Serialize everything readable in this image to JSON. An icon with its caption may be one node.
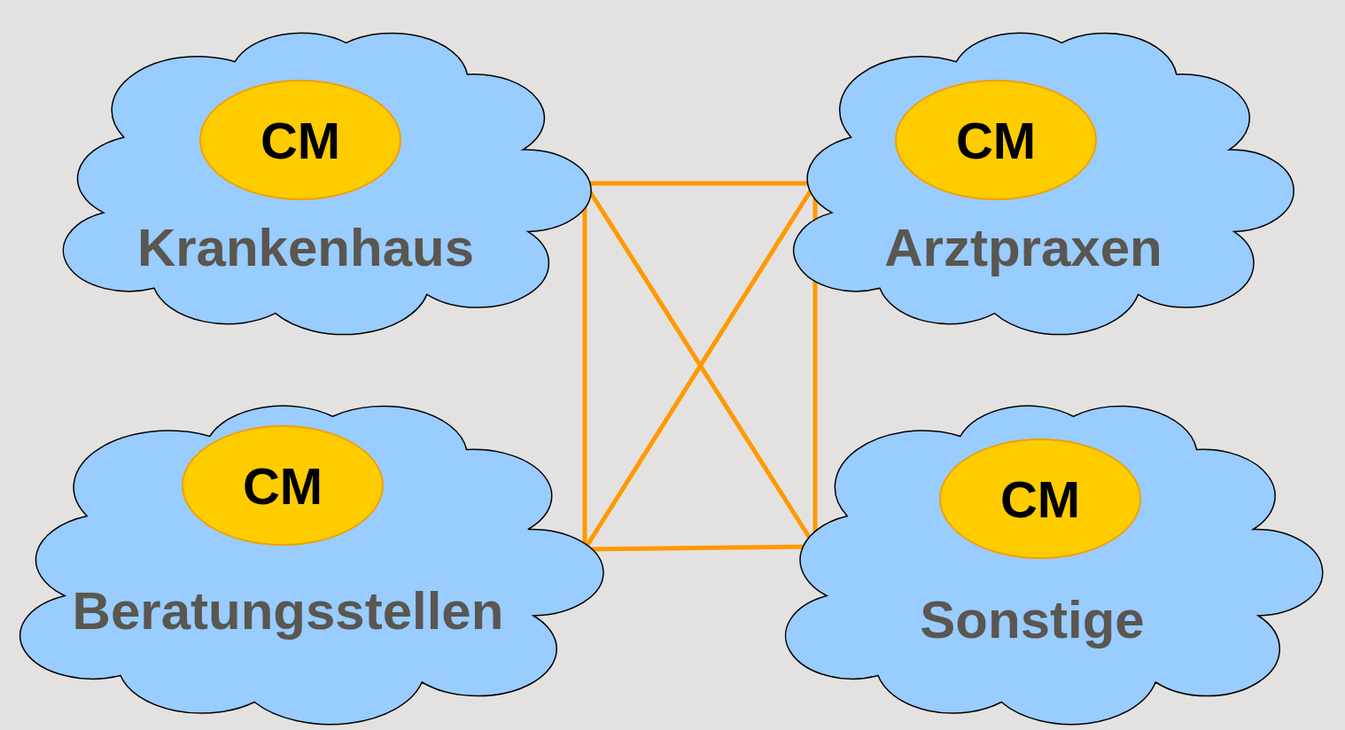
{
  "diagram": {
    "nodes": [
      {
        "text": [
          "Krankenhaus"
        ]
      },
      {
        "text": [
          "CM"
        ],
        "in": 0
      },
      {
        "text": [
          "Arztpraxen"
        ]
      },
      {
        "text": [
          "CM"
        ],
        "in": 2
      },
      {
        "text": [
          "Beratungsstellen"
        ]
      },
      {
        "text": [
          "CM"
        ],
        "in": 4
      },
      {
        "text": [
          "Sonstige"
        ]
      },
      {
        "text": [
          "CM"
        ],
        "in": 6
      }
    ],
    "edges": [
      {
        "from": 0,
        "to": 2,
        "arrow": "none"
      },
      {
        "from": 0,
        "to": 4,
        "arrow": "none"
      },
      {
        "from": 2,
        "to": 6,
        "arrow": "none"
      },
      {
        "from": 4,
        "to": 6,
        "arrow": "none"
      },
      {
        "from": 0,
        "to": 6,
        "arrow": "none"
      },
      {
        "from": 2,
        "to": 4,
        "arrow": "none"
      }
    ]
  }
}
